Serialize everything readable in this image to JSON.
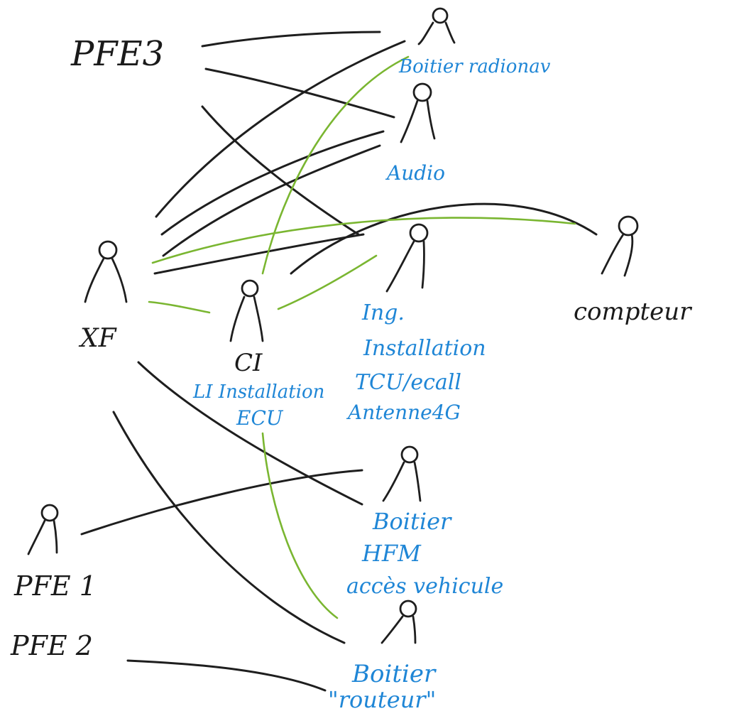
{
  "diagram": {
    "nodes": {
      "pfe3": {
        "label": "PFE3"
      },
      "boitier_radio": {
        "label": "Boitier radionav"
      },
      "audio": {
        "label": "Audio"
      },
      "xf": {
        "label": "XF"
      },
      "ci": {
        "label": "CI",
        "sublabel_1": "LI Installation",
        "sublabel_2": "ECU"
      },
      "ing": {
        "label_1": "Ing.",
        "label_2": "Installation",
        "label_3": "TCU/ecall",
        "label_4": "Antenne4G"
      },
      "compteur": {
        "label": "compteur"
      },
      "boitier_hfm": {
        "label_1": "Boitier",
        "label_2": "HFM",
        "label_3": "accès vehicule"
      },
      "pfe1": {
        "label": "PFE 1"
      },
      "pfe2": {
        "label": "PFE 2"
      },
      "boitier_routeur": {
        "label_1": "Boitier",
        "label_2": "\"routeur\""
      }
    },
    "colors": {
      "ink_black": "#1e1e1e",
      "ink_blue": "#1f86d6",
      "ink_green": "#7ab631"
    }
  }
}
